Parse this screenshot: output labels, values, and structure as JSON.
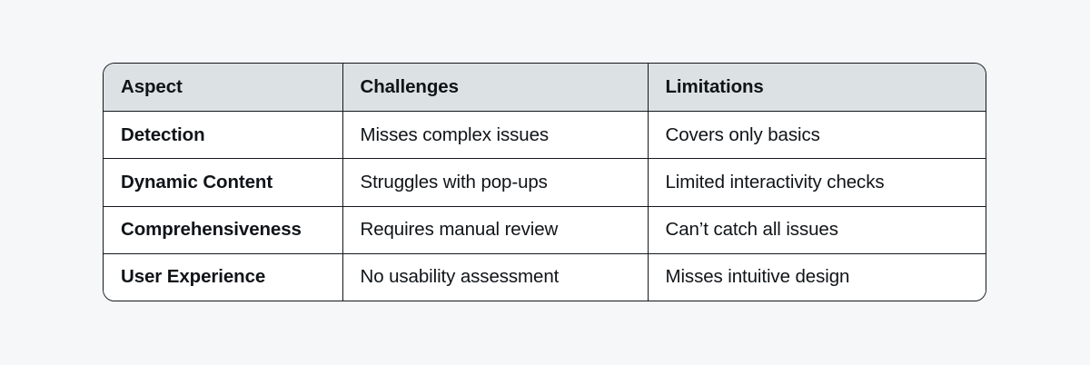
{
  "page": {
    "background_color": "#f6f7f9"
  },
  "table": {
    "border_color": "#14181c",
    "header_background": "#dce1e4",
    "body_background": "#ffffff",
    "text_color": "#101418",
    "columns": [
      {
        "key": "aspect",
        "label": "Aspect"
      },
      {
        "key": "challenges",
        "label": "Challenges"
      },
      {
        "key": "limitations",
        "label": "Limitations"
      }
    ],
    "rows": [
      {
        "aspect": "Detection",
        "challenges": "Misses complex issues",
        "limitations": "Covers only basics"
      },
      {
        "aspect": "Dynamic Content",
        "challenges": "Struggles with pop-ups",
        "limitations": "Limited interactivity checks"
      },
      {
        "aspect": "Comprehensiveness",
        "challenges": "Requires manual review",
        "limitations": "Can’t catch all issues"
      },
      {
        "aspect": "User Experience",
        "challenges": "No usability assessment",
        "limitations": "Misses intuitive design"
      }
    ]
  }
}
